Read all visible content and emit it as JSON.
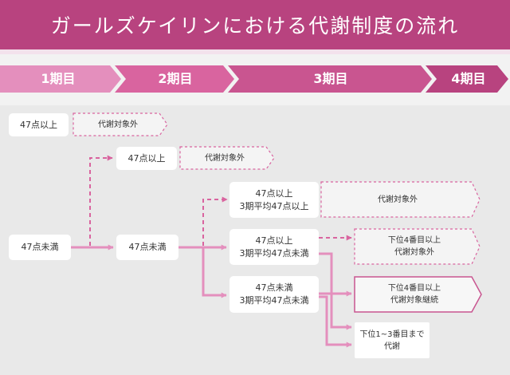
{
  "title": "ガールズケイリンにおける代謝制度の流れ",
  "phases": [
    "1期目",
    "2期目",
    "3期目",
    "4期目"
  ],
  "nodes": {
    "p1_high": "47点以上",
    "p1_low": "47点未満",
    "p2_high": "47点以上",
    "p2_low": "47点未満",
    "p3_a_l1": "47点以上",
    "p3_a_l2": "3期平均47点以上",
    "p3_b_l1": "47点以上",
    "p3_b_l2": "3期平均47点未満",
    "p3_c_l1": "47点未満",
    "p3_c_l2": "3期平均47点未満"
  },
  "outcomes": {
    "p1_exempt": "代謝対象外",
    "p2_exempt": "代謝対象外",
    "p3_a_exempt": "代謝対象外",
    "rank4_exempt_l1": "下位4番目以上",
    "rank4_exempt_l2": "代謝対象外",
    "rank4_continue_l1": "下位4番目以上",
    "rank4_continue_l2": "代謝対象継続",
    "rank13_l1": "下位1~3番目まで",
    "rank13_l2": "代謝"
  },
  "colors": {
    "header": "#b8437f",
    "phase1": "#e48fbd",
    "phase2": "#d9649f",
    "phase3": "#c95590",
    "phase4": "#b8437f",
    "arrow": "#e48fbd",
    "dash": "#d9649f",
    "content_bg": "#e9e9e9"
  }
}
